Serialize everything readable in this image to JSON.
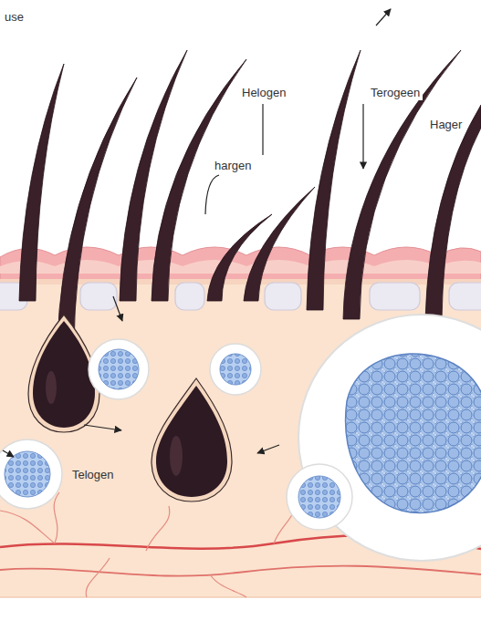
{
  "diagram": {
    "labels": [
      "use",
      "Helogen",
      "Terogeen",
      "Hager",
      "hargen",
      "Telogen"
    ]
  }
}
